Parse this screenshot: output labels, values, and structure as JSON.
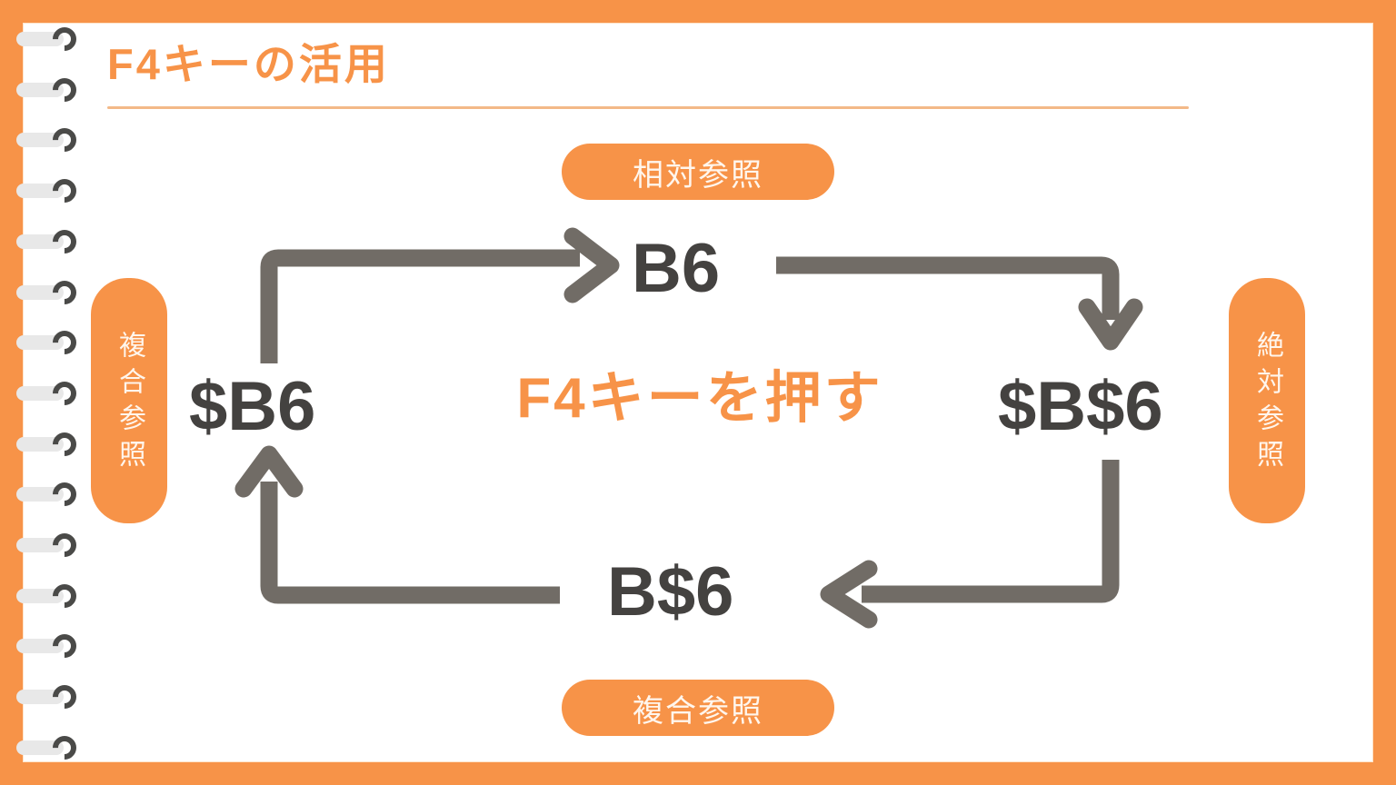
{
  "slide": {
    "title": "F4キーの活用",
    "frame_color": "#F79348",
    "page_color": "#FFFFFF",
    "accent_color": "#F79348",
    "text_color": "#444240",
    "arrow_color": "#716C66",
    "rule_color": "#F3B988"
  },
  "diagram": {
    "center_text": "F4キーを押す",
    "badges": {
      "top": "相対参照",
      "right": "絶対参照",
      "bottom": "複合参照",
      "left": "複合参照"
    },
    "cells": {
      "top": "B6",
      "right": "$B$6",
      "bottom": "B$6",
      "left": "$B6"
    },
    "cycle_order": [
      "B6",
      "$B$6",
      "B$6",
      "$B6"
    ],
    "arrows": [
      {
        "name": "left-to-top",
        "from": "$B6",
        "to": "B6",
        "direction": "up-then-right"
      },
      {
        "name": "top-to-right",
        "from": "B6",
        "to": "$B$6",
        "direction": "right-then-down"
      },
      {
        "name": "right-to-bottom",
        "from": "$B$6",
        "to": "B$6",
        "direction": "down-then-left"
      },
      {
        "name": "bottom-to-left",
        "from": "B$6",
        "to": "$B6",
        "direction": "left-then-up"
      }
    ]
  },
  "binding": {
    "ring_count": 15,
    "ring_bar_color": "#E8E8E8",
    "ring_hook_color": "#4A4A48"
  }
}
